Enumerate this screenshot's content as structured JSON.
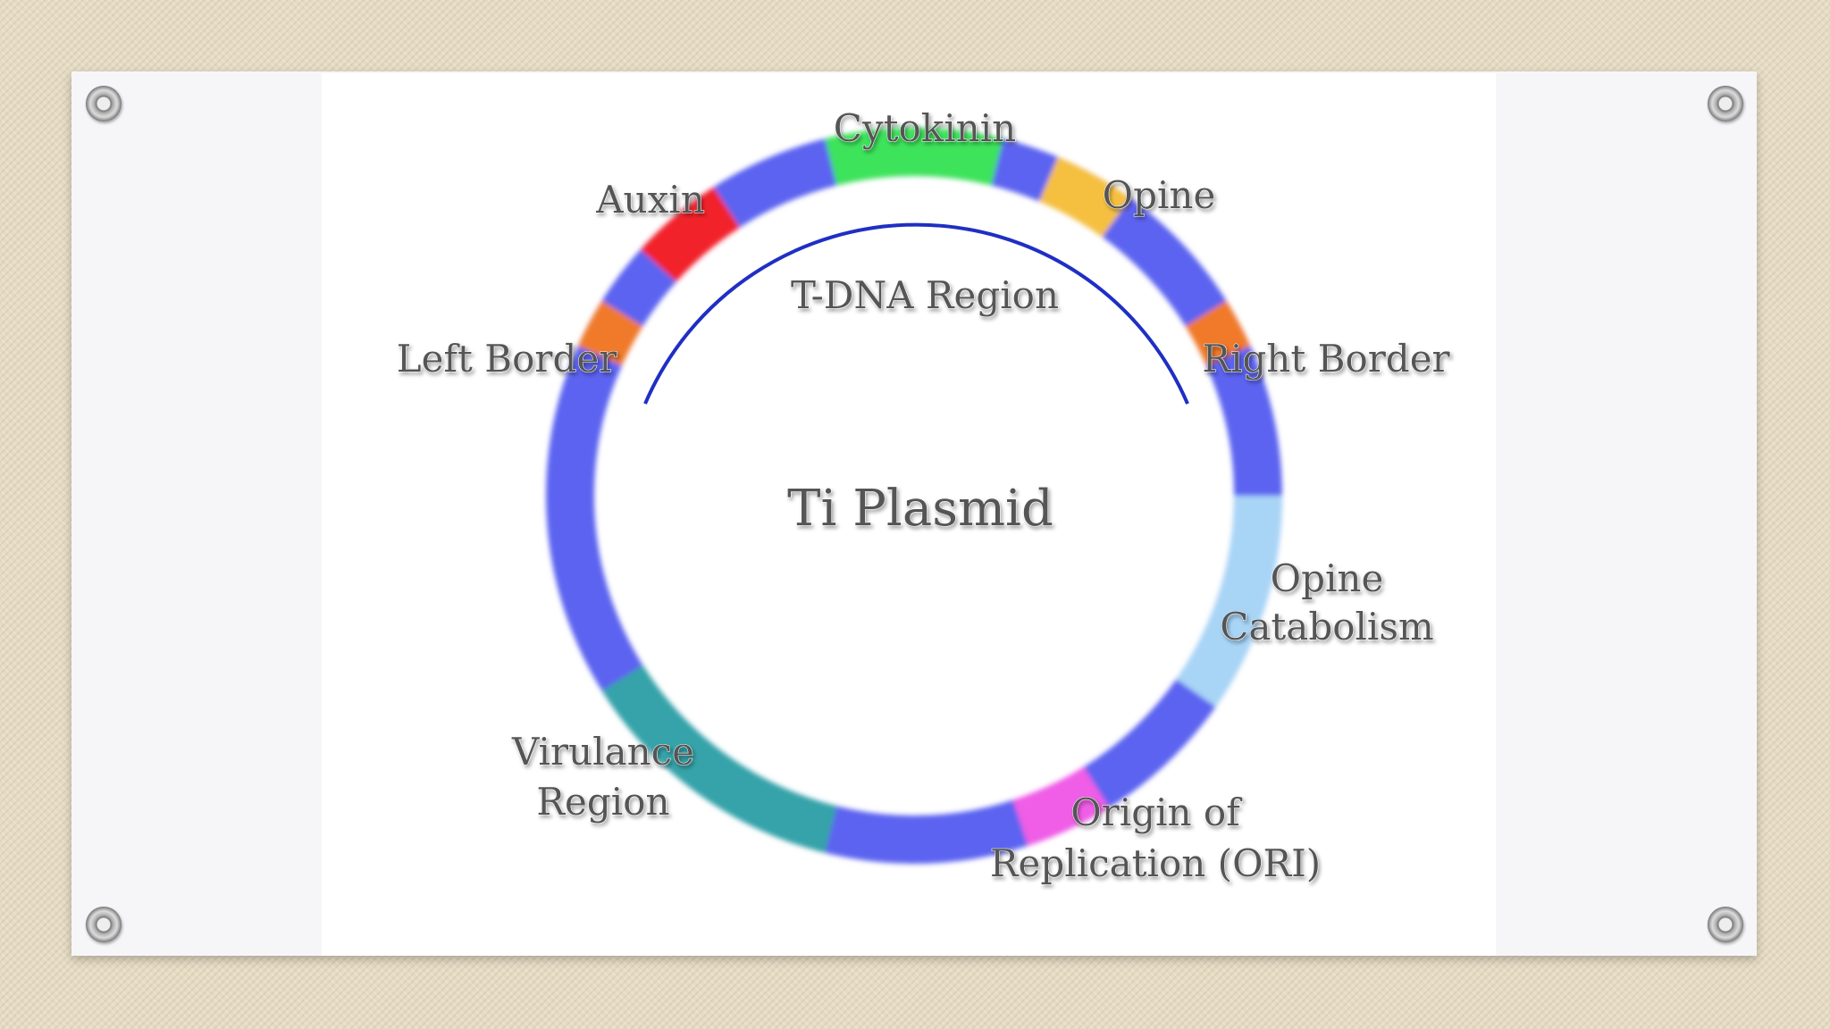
{
  "diagram": {
    "title": "Ti Plasmid",
    "tdna_label": "T-DNA Region",
    "labels": {
      "cytokinin": "Cytokinin",
      "auxin": "Auxin",
      "opine": "Opine",
      "left_border": "Left Border",
      "right_border": "Right Border",
      "opine_catabolism_1": "Opine",
      "opine_catabolism_2": "Catabolism",
      "virulance_1": "Virulance",
      "virulance_2": "Region",
      "ori_1": "Origin of",
      "ori_2": "Replication (ORI)"
    },
    "colors": {
      "backbone": "#5b63f0",
      "cytokinin": "#3ee35a",
      "auxin": "#f2202a",
      "opine": "#f5c040",
      "border": "#f07a2a",
      "opine_catabolism": "#a8d4f6",
      "virulence": "#34a3a9",
      "ori": "#f05de6",
      "tdna_arc": "#1f2fc4"
    }
  }
}
